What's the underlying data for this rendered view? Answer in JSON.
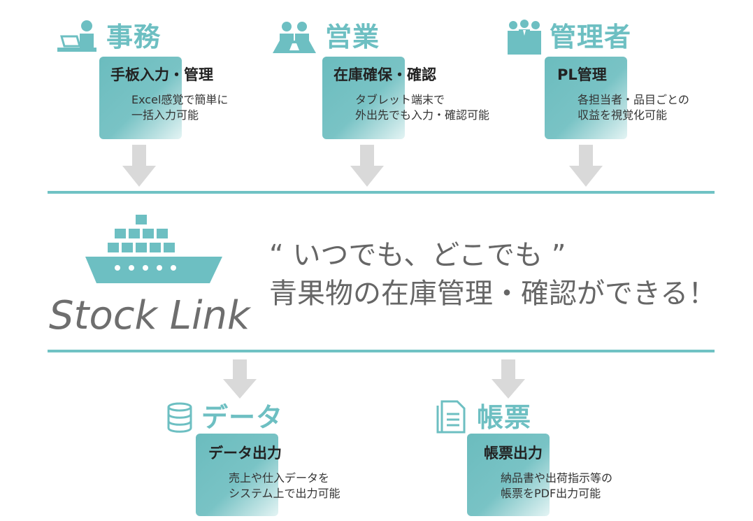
{
  "colors": {
    "accent": "#6dbfc2",
    "arrow": "#d9d9d9",
    "text": "#666666"
  },
  "roles": [
    {
      "title": "事務",
      "icon": "office-worker-icon",
      "card_title": "手板入力・管理",
      "card_desc": "Excel感覚で簡単に\n一括入力可能"
    },
    {
      "title": "営業",
      "icon": "sales-team-icon",
      "card_title": "在庫確保・確認",
      "card_desc": "タブレット端末で\n外出先でも入力・確認可能"
    },
    {
      "title": "管理者",
      "icon": "managers-icon",
      "card_title": "PL管理",
      "card_desc": "各担当者・品目ごとの\n収益を視覚化可能"
    }
  ],
  "center": {
    "brand": "Stock Link",
    "slogan_line1": "“ いつでも、どこでも ”",
    "slogan_line2": "青果物の在庫管理・確認ができる！",
    "logo_icon": "cargo-ship-icon"
  },
  "outputs": [
    {
      "title": "データ",
      "icon": "database-icon",
      "card_title": "データ出力",
      "card_desc": "売上や仕入データを\nシステム上で出力可能"
    },
    {
      "title": "帳票",
      "icon": "document-icon",
      "card_title": "帳票出力",
      "card_desc": "納品書や出荷指示等の\n帳票をPDF出力可能"
    }
  ]
}
